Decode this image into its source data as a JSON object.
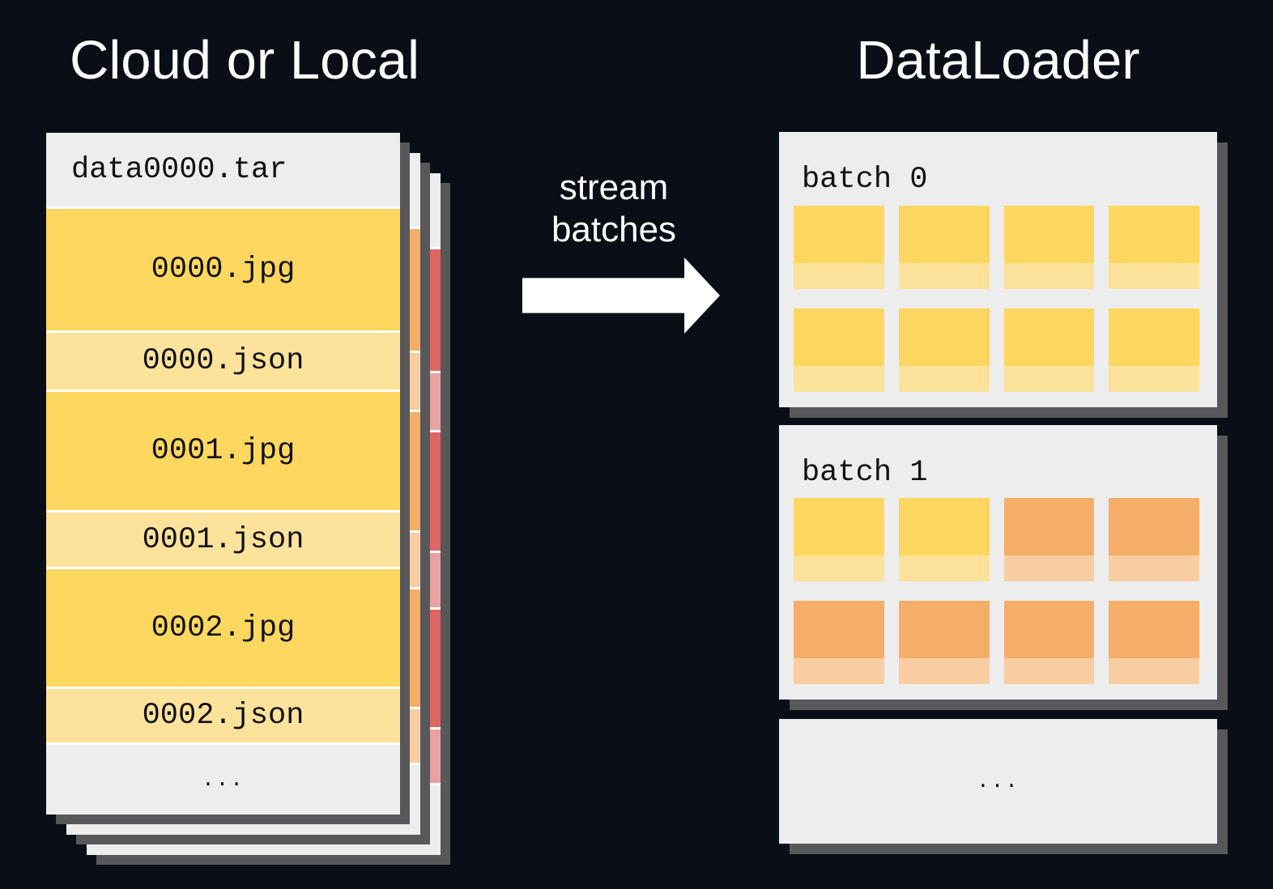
{
  "background_color": "#0A0E17",
  "colors": {
    "card_gray": "#EDEDED",
    "shadow_gray": "#58585A",
    "yellow_jpg": "#FDD75F",
    "yellow_json": "#FDE29B",
    "orange_jpg": "#F5AE68",
    "orange_json": "#F8CDA2",
    "red_jpg": "#DE6663",
    "red_json": "#E9A2A2"
  },
  "left": {
    "title": "Cloud or Local",
    "tar_stack": {
      "front_card": {
        "header": "data0000.tar",
        "rows": [
          {
            "label": "0000.jpg",
            "kind": "jpg"
          },
          {
            "label": "0000.json",
            "kind": "json"
          },
          {
            "label": "0001.jpg",
            "kind": "jpg"
          },
          {
            "label": "0001.json",
            "kind": "json"
          },
          {
            "label": "0002.jpg",
            "kind": "jpg"
          },
          {
            "label": "0002.json",
            "kind": "json"
          }
        ],
        "footer": "..."
      },
      "behind_cards": [
        {
          "palette": "orange"
        },
        {
          "palette": "red"
        }
      ]
    }
  },
  "arrow": {
    "line1": "stream",
    "line2": "batches"
  },
  "right": {
    "title": "DataLoader",
    "batches": [
      {
        "label": "batch 0",
        "tiles": [
          "yellow",
          "yellow",
          "yellow",
          "yellow",
          "yellow",
          "yellow",
          "yellow",
          "yellow"
        ]
      },
      {
        "label": "batch 1",
        "tiles": [
          "yellow",
          "yellow",
          "orange",
          "orange",
          "orange",
          "orange",
          "orange",
          "orange"
        ]
      }
    ],
    "more_label": "..."
  }
}
